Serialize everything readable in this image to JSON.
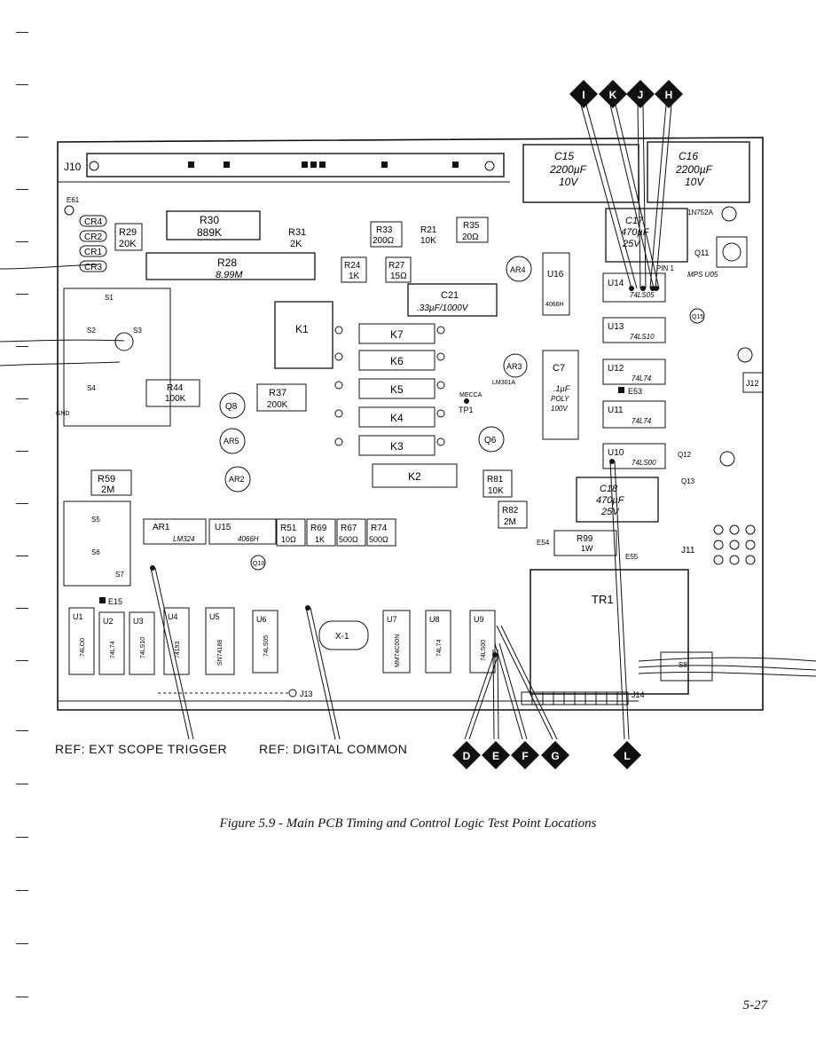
{
  "figure": {
    "caption": "Figure 5.9 - Main PCB Timing and Control Logic Test Point Locations",
    "page_number": "5-27"
  },
  "references": {
    "scope_trigger": "REF: EXT SCOPE TRIGGER",
    "digital_common": "REF: DIGITAL COMMON"
  },
  "test_points": {
    "top": [
      "I",
      "K",
      "J",
      "H"
    ],
    "bottom": [
      "D",
      "E",
      "F",
      "G"
    ],
    "right": "L"
  },
  "board": {
    "connectors": [
      "J10",
      "J11",
      "J12",
      "J13",
      "J14"
    ],
    "capacitors": {
      "c15": [
        "C15",
        "2200µF",
        "10V"
      ],
      "c16": [
        "C16",
        "2200µF",
        "10V"
      ],
      "c17": [
        "C17",
        "470µF",
        "25V"
      ],
      "c18": [
        "C18",
        "470µF",
        "25V"
      ],
      "c21": [
        "C21",
        ".33µF/1000V"
      ],
      "c7": [
        "C7",
        ".1µF",
        "POLY",
        "100V"
      ]
    },
    "resistors": {
      "r30": [
        "R30",
        "889K"
      ],
      "r31": [
        "R31",
        "2K"
      ],
      "r28": [
        "R28",
        "8.99M"
      ],
      "r29": [
        "R29",
        "20K"
      ],
      "r33": [
        "R33",
        "200Ω"
      ],
      "r21": [
        "R21",
        "10K"
      ],
      "r35": [
        "R35",
        "20Ω"
      ],
      "r24": [
        "R24",
        "1K"
      ],
      "r27": [
        "R27",
        "15Ω"
      ],
      "r37": [
        "R37",
        "200K"
      ],
      "r44": [
        "R44",
        "100K"
      ],
      "r59": [
        "R59",
        "2M"
      ],
      "r81": [
        "R81",
        "10K"
      ],
      "r82": [
        "R82",
        "2M"
      ],
      "r99": [
        "R99",
        "1W"
      ],
      "r51": [
        "R51",
        "10Ω"
      ],
      "r69": [
        "R69",
        "1K"
      ],
      "r67": [
        "R67",
        "500Ω"
      ],
      "r74": [
        "R74",
        "500Ω"
      ]
    },
    "relays": [
      "K1",
      "K2",
      "K3",
      "K4",
      "K5",
      "K6",
      "K7"
    ],
    "diodes": [
      "CR1",
      "CR2",
      "CR3",
      "CR4"
    ],
    "ics": {
      "u1": [
        "U1",
        "74LO0"
      ],
      "u2": [
        "U2",
        "74L74"
      ],
      "u3": [
        "U3",
        "74LS10"
      ],
      "u4": [
        "U4",
        "74193"
      ],
      "u5": [
        "U5",
        "SN74188"
      ],
      "u6": [
        "U6",
        "74LS05"
      ],
      "u7": [
        "U7",
        "MM74C00N"
      ],
      "u8": [
        "U8",
        "74L74"
      ],
      "u9": [
        "U9",
        "74LS00"
      ],
      "u10": [
        "U10",
        "74LS00"
      ],
      "u11": [
        "U11",
        "74L74"
      ],
      "u12": [
        "U12",
        "74L74"
      ],
      "u13": [
        "U13",
        "74LS10"
      ],
      "u14": [
        "U14",
        "74LS05"
      ],
      "u15": [
        "U15",
        "4066H",
        "LM324"
      ],
      "u16": [
        "U16",
        "4066H"
      ]
    },
    "amps": [
      "AR1",
      "AR2",
      "AR3",
      "AR4",
      "AR5"
    ],
    "transistors": [
      "Q6",
      "Q8",
      "Q10",
      "Q11",
      "Q12",
      "Q13",
      "Q15"
    ],
    "switches": [
      "S1",
      "S2",
      "S3",
      "S4",
      "S5",
      "S6",
      "S7",
      "S8"
    ],
    "misc": {
      "transformer": "TR1",
      "crystal": "X-1",
      "tp1": "TP1",
      "e53": "E53",
      "e15": "E15",
      "e61": "E61",
      "gnd": "GND",
      "mecca": "MECCA",
      "pin1": "PIN 1",
      "lm301a": "LM301A",
      "mps_q10": "MPS U05",
      "vr10": "1N752A",
      "e54": "E54",
      "e55": "E55"
    }
  }
}
